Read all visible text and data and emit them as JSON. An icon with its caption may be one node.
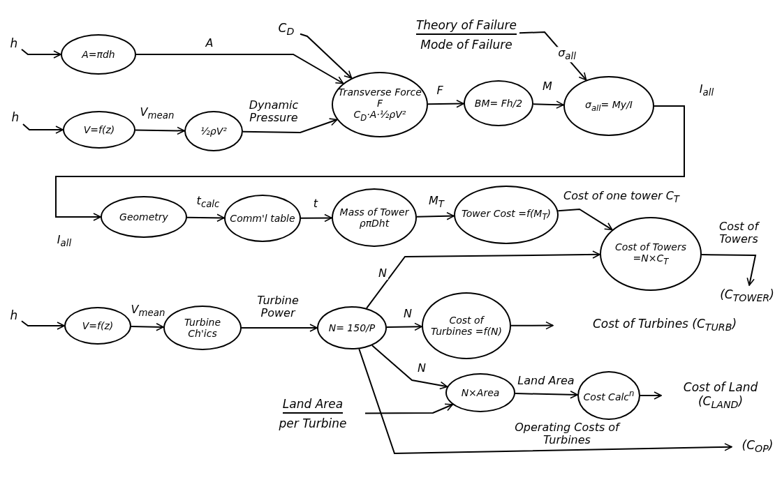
{
  "diagram": {
    "nodes": [
      {
        "text": [
          "C$_{D}$"
        ]
      },
      {
        "text": [
          "Theory of Failure",
          "Mode of Failure"
        ]
      },
      {
        "text": [
          "h"
        ]
      },
      {
        "text": [
          "A=πdh"
        ]
      },
      {
        "text": [
          "Transverse Force F",
          "C$_{D}$·A·½ρV²"
        ]
      },
      {
        "text": [
          "BM= Fh/2"
        ]
      },
      {
        "text": [
          "σ$_{all}$= My/I"
        ]
      },
      {
        "text": [
          "h"
        ]
      },
      {
        "text": [
          "V=f(z)"
        ]
      },
      {
        "text": [
          "½ρV²"
        ]
      },
      {
        "text": [
          "Geometry"
        ]
      },
      {
        "text": [
          "Comm'l table"
        ]
      },
      {
        "text": [
          "Mass of Tower",
          "ρπDht"
        ]
      },
      {
        "text": [
          "Tower Cost =f(M$_{T}$)"
        ]
      },
      {
        "text": [
          "Cost of Towers =N×C$_{T}$"
        ]
      },
      {
        "text": [
          "(C$_{TOWER}$)"
        ]
      },
      {
        "text": [
          "h"
        ]
      },
      {
        "text": [
          "V=f(z)"
        ]
      },
      {
        "text": [
          "Turbine Ch'ics"
        ]
      },
      {
        "text": [
          "N= 150/P"
        ]
      },
      {
        "text": [
          "Cost of Turbines =f(N)"
        ]
      },
      {
        "text": [
          "Cost of Turbines (C$_{TURB}$)"
        ]
      },
      {
        "text": [
          "N×Area"
        ]
      },
      {
        "text": [
          "Cost Calc$^{n}$"
        ]
      },
      {
        "text": [
          "Cost of Land (C$_{LAND}$)"
        ]
      },
      {
        "text": [
          "Land Area",
          "per Turbine"
        ]
      },
      {
        "text": [
          "(C$_{OP}$)"
        ]
      }
    ],
    "edges": [
      {
        "from": 2,
        "to": 3,
        "arrow": "to"
      },
      {
        "from": 3,
        "to": 4,
        "label": "A",
        "arrow": "to"
      },
      {
        "from": 7,
        "to": 8,
        "arrow": "to"
      },
      {
        "from": 8,
        "to": 9,
        "label": "V$_{mean}$",
        "arrow": "to"
      },
      {
        "from": 9,
        "to": 4,
        "label": "Dynamic Pressure",
        "arrow": "to"
      },
      {
        "from": 0,
        "to": 4,
        "arrow": "to"
      },
      {
        "from": 4,
        "to": 5,
        "label": "F",
        "arrow": "to"
      },
      {
        "from": 5,
        "to": 6,
        "label": "M",
        "arrow": "to"
      },
      {
        "from": 1,
        "to": 6,
        "label": "σ$_{all}$",
        "arrow": "to"
      },
      {
        "from": 6,
        "to": 10,
        "label": "I$_{all}$",
        "arrow": "to"
      },
      {
        "from": 10,
        "to": 11,
        "label": "t$_{calc}$",
        "arrow": "to"
      },
      {
        "from": 11,
        "to": 12,
        "label": "t",
        "arrow": "to"
      },
      {
        "from": 12,
        "to": 13,
        "label": "M$_{T}$",
        "arrow": "to"
      },
      {
        "from": 13,
        "to": 14,
        "label": "Cost of one tower C$_{T}$",
        "arrow": "to"
      },
      {
        "from": 14,
        "to": 15,
        "label": "Cost of Towers",
        "arrow": "to"
      },
      {
        "from": 16,
        "to": 17,
        "arrow": "to"
      },
      {
        "from": 17,
        "to": 18,
        "label": "V$_{mean}$",
        "arrow": "to"
      },
      {
        "from": 18,
        "to": 19,
        "label": "Turbine Power",
        "arrow": "to"
      },
      {
        "from": 19,
        "to": 14,
        "label": "N",
        "arrow": "to"
      },
      {
        "from": 19,
        "to": 20,
        "label": "N",
        "arrow": "to"
      },
      {
        "from": 20,
        "to": 21,
        "arrow": "to"
      },
      {
        "from": 19,
        "to": 22,
        "label": "N",
        "arrow": "to"
      },
      {
        "from": 25,
        "to": 22,
        "arrow": "to"
      },
      {
        "from": 22,
        "to": 23,
        "label": "Land Area",
        "arrow": "to"
      },
      {
        "from": 23,
        "to": 24,
        "arrow": "to"
      },
      {
        "from": 19,
        "to": 26,
        "label": "Operating Costs of Turbines",
        "arrow": "to"
      }
    ],
    "labels": [
      "I$_{all}$"
    ]
  }
}
